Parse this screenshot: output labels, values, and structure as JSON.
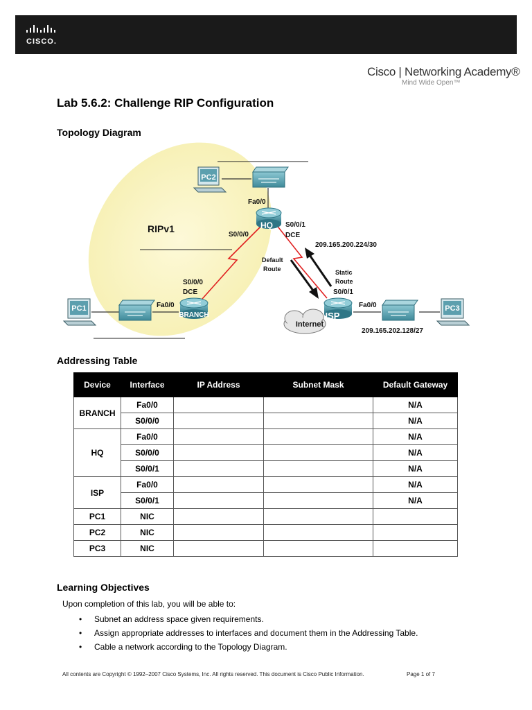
{
  "header": {
    "logo_text": "CISCO.",
    "academy_name": "Cisco | Networking Academy®",
    "academy_tagline": "Mind Wide Open™"
  },
  "title": "Lab 5.6.2: Challenge RIP Configuration",
  "topology": {
    "heading": "Topology Diagram",
    "area_label": "RIPv1",
    "devices": {
      "pc1": "PC1",
      "pc2": "PC2",
      "pc3": "PC3",
      "hq": "HQ",
      "branch": "BRANCH",
      "isp": "ISP",
      "internet": "Internet"
    },
    "interfaces": {
      "hq_fa": "Fa0/0",
      "hq_s000": "S0/0/0",
      "hq_s001": "S0/0/1",
      "hq_dce": "DCE",
      "branch_s000": "S0/0/0",
      "branch_dce": "DCE",
      "branch_fa": "Fa0/0",
      "isp_s001": "S0/0/1",
      "isp_fa": "Fa0/0"
    },
    "routes": {
      "default_1": "Default",
      "default_2": "Route",
      "static_1": "Static",
      "static_2": "Route"
    },
    "networks": {
      "hq_isp": "209.165.200.224/30",
      "isp_lan": "209.165.202.128/27"
    }
  },
  "addressing": {
    "heading": "Addressing Table",
    "columns": [
      "Device",
      "Interface",
      "IP Address",
      "Subnet Mask",
      "Default Gateway"
    ],
    "rows": [
      {
        "device": "BRANCH",
        "interface": "Fa0/0",
        "gateway": "N/A"
      },
      {
        "device": "",
        "interface": "S0/0/0",
        "gateway": "N/A"
      },
      {
        "device": "HQ",
        "interface": "Fa0/0",
        "gateway": "N/A"
      },
      {
        "device": "",
        "interface": "S0/0/0",
        "gateway": "N/A"
      },
      {
        "device": "",
        "interface": "S0/0/1",
        "gateway": "N/A"
      },
      {
        "device": "ISP",
        "interface": "Fa0/0",
        "gateway": "N/A"
      },
      {
        "device": "",
        "interface": "S0/0/1",
        "gateway": "N/A"
      },
      {
        "device": "PC1",
        "interface": "NIC",
        "gateway": ""
      },
      {
        "device": "PC2",
        "interface": "NIC",
        "gateway": ""
      },
      {
        "device": "PC3",
        "interface": "NIC",
        "gateway": ""
      }
    ]
  },
  "objectives": {
    "heading": "Learning Objectives",
    "intro": "Upon completion of this lab, you will be able to:",
    "items": [
      "Subnet an address space given requirements.",
      "Assign appropriate addresses to interfaces and document them in the Addressing Table.",
      "Cable a network according to the Topology Diagram."
    ]
  },
  "footer": {
    "copyright": "All contents are Copyright © 1992–2007 Cisco Systems, Inc. All rights reserved. This document is Cisco Public Information.",
    "page": "Page 1 of 7"
  },
  "colors": {
    "serial_link": "#e02020",
    "router": "#3f8f9f",
    "ripv1_area": "#fbf6c8"
  }
}
